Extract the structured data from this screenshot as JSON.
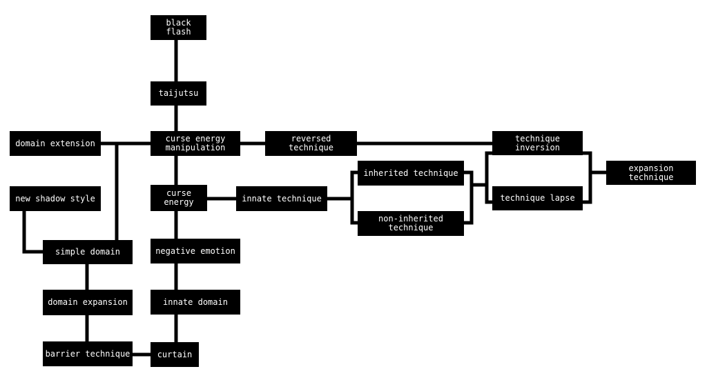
{
  "nodes": {
    "black_flash": "black flash",
    "taijutsu": "taijutsu",
    "curse_energy_manipulation": "curse energy manipulation",
    "domain_extension": "domain extension",
    "new_shadow_style": "new shadow style",
    "simple_domain": "simple domain",
    "domain_expansion": "domain expansion",
    "barrier_technique": "barrier technique",
    "curse_energy": "curse energy",
    "negative_emotion": "negative emotion",
    "innate_domain": "innate domain",
    "curtain": "curtain",
    "reversed_technique": "reversed technique",
    "innate_technique": "innate technique",
    "inherited_technique": "inherited technique",
    "non_inherited_technique": "non-inherited technique",
    "technique_inversion": "technique inversion",
    "technique_lapse": "technique lapse",
    "expansion_technique": "expansion technique"
  },
  "colors": {
    "node_fill": "#000000",
    "node_text": "#ffffff",
    "edge": "#000000",
    "background": "#ffffff"
  }
}
